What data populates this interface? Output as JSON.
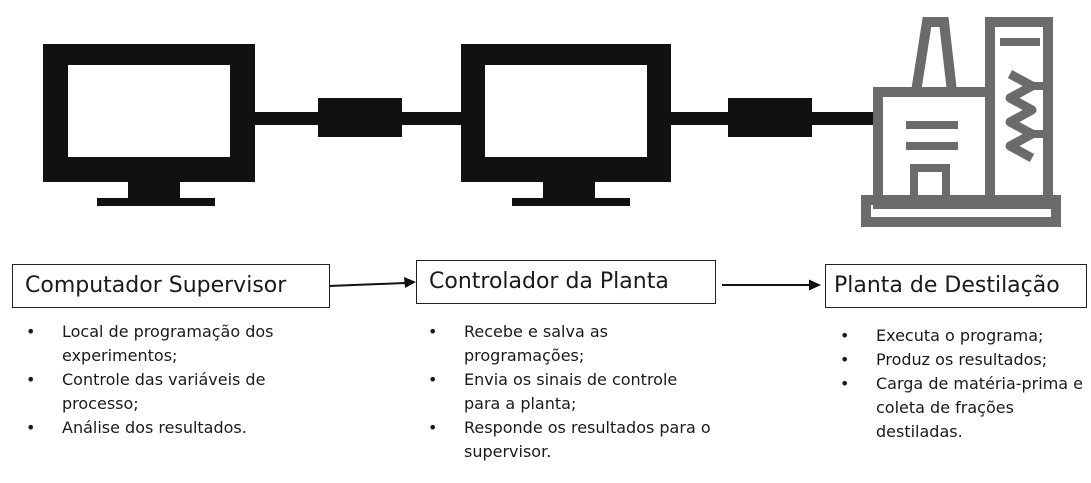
{
  "icons": {
    "left_monitor": "monitor-icon",
    "middle_monitor": "monitor-icon",
    "cable_left": "cable-connector-icon",
    "cable_right": "cable-connector-icon",
    "plant": "distillation-plant-icon"
  },
  "colors": {
    "icon": "#111111",
    "plant": "#6b6b6b",
    "text": "#1a1a1a"
  },
  "nodes": [
    {
      "title": "Computador Supervisor",
      "bullets": [
        "Local de programação dos experimentos;",
        "Controle das variáveis de processo;",
        "Análise dos resultados."
      ]
    },
    {
      "title": "Controlador da Planta",
      "bullets": [
        "Recebe e salva as programações;",
        "Envia os sinais de controle para a planta;",
        "Responde os resultados para o supervisor."
      ]
    },
    {
      "title": "Planta de Destilação",
      "bullets": [
        "Executa o programa;",
        "Produz os resultados;",
        "Carga de matéria-prima e coleta de frações destiladas."
      ]
    }
  ]
}
